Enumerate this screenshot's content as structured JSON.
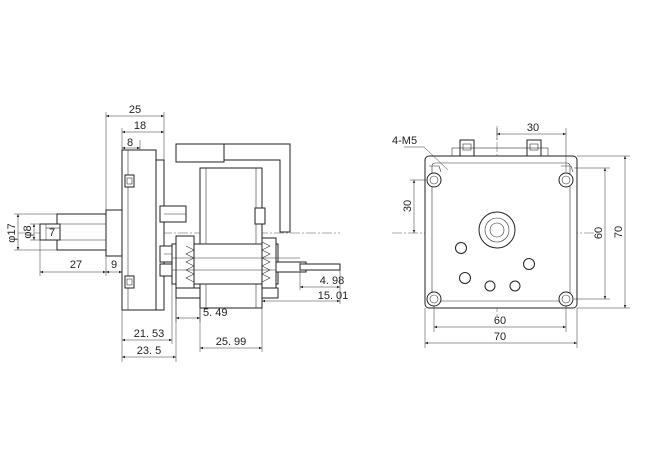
{
  "side_view": {
    "dims": {
      "d25": "25",
      "d18": "18",
      "d8": "8",
      "phi17": "φ17",
      "phi8": "φ8",
      "d7": "7",
      "d27": "27",
      "d9": "9",
      "d498": "4. 98",
      "d1501": "15. 01",
      "d549": "5. 49",
      "d2153": "21. 53",
      "d235": "23. 5",
      "d2599": "25. 99"
    }
  },
  "front_view": {
    "dims": {
      "hole_note": "4-M5",
      "d30_top": "30",
      "d30_left": "30",
      "d60_right": "60",
      "d70_right": "70",
      "d60_bottom": "60",
      "d70_bottom": "70"
    }
  }
}
